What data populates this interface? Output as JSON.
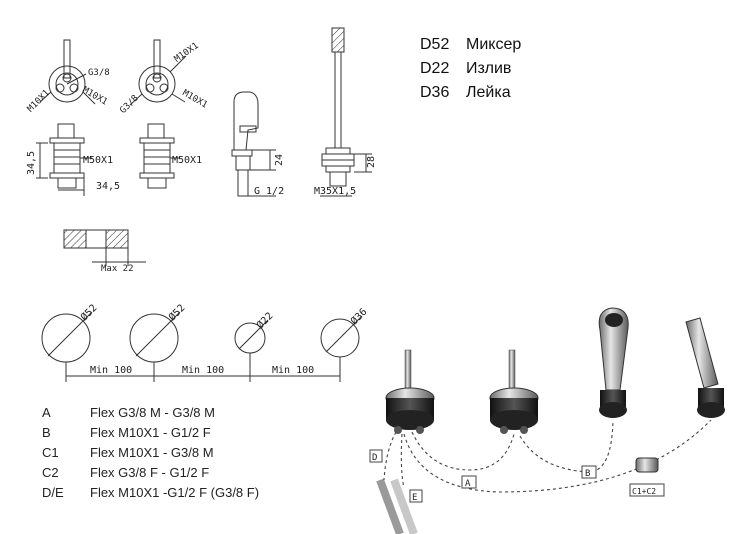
{
  "dims": {
    "g38": "G3/8",
    "m10x1": "M10X1",
    "m50x1": "M50X1",
    "h345": "34,5",
    "w345": "34,5",
    "h24": "24",
    "g12": "G 1/2",
    "h28": "28",
    "m35": "M35X1,5",
    "max22": "Max 22",
    "d52": "Ø52",
    "d22": "Ø22",
    "d36": "Ø36",
    "min100": "Min 100"
  },
  "components": [
    {
      "code": "D52",
      "name": "Миксер"
    },
    {
      "code": "D22",
      "name": "Излив"
    },
    {
      "code": "D36",
      "name": "Лейка"
    }
  ],
  "connections": [
    {
      "code": "A",
      "desc": "Flex G3/8 M - G3/8 M"
    },
    {
      "code": "B",
      "desc": "Flex M10X1 - G1/2 F"
    },
    {
      "code": "C1",
      "desc": "Flex M10X1 - G3/8 M"
    },
    {
      "code": "C2",
      "desc": "Flex G3/8 F - G1/2 F"
    },
    {
      "code": "D/E",
      "desc": "Flex M10X1 -G1/2 F (G3/8 F)"
    }
  ],
  "tags": {
    "a": "A",
    "b": "B",
    "c": "C1+C2",
    "d": "D",
    "e": "E"
  }
}
